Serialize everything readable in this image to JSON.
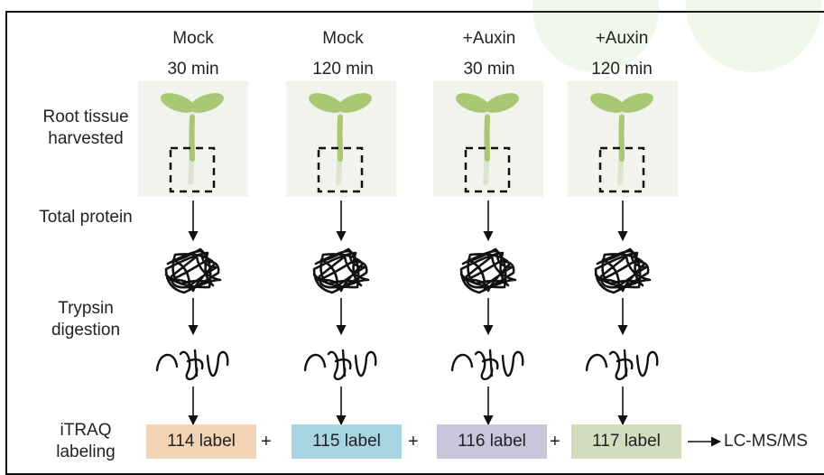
{
  "step_labels": {
    "root_tissue": [
      "Root tissue",
      "harvested"
    ],
    "total_protein": "Total protein",
    "trypsin": [
      "Trypsin",
      "digestion"
    ],
    "itraq": [
      "iTRAQ",
      "labeling"
    ]
  },
  "columns": [
    {
      "treatment": "Mock",
      "time": "30 min",
      "label": "114 label",
      "label_color": "#f2d3b6"
    },
    {
      "treatment": "Mock",
      "time": "120 min",
      "label": "115 label",
      "label_color": "#a9d4e2"
    },
    {
      "treatment": "+Auxin",
      "time": "30 min",
      "label": "116 label",
      "label_color": "#c9c5db"
    },
    {
      "treatment": "+Auxin",
      "time": "120 min",
      "label": "117 label",
      "label_color": "#d3dcbd"
    }
  ],
  "plus_sign": "+",
  "final_output": "LC-MS/MS",
  "colors": {
    "seedling": "#a9c873",
    "panel_bg": "#f3f3ee",
    "watermark": "#6fbf3f"
  }
}
